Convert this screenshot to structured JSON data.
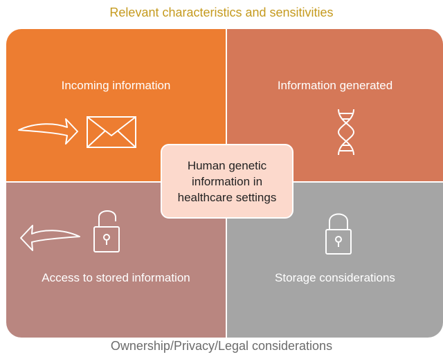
{
  "top_caption": "Relevant characteristics and sensitivities",
  "bottom_caption": "Ownership/Privacy/Legal considerations",
  "center_text": "Human genetic information in healthcare settings",
  "quadrants": {
    "top_left": {
      "label": "Incoming information",
      "color": "#ed7d31",
      "icons": [
        "arrow-right-icon",
        "envelope-icon"
      ]
    },
    "top_right": {
      "label": "Information generated",
      "color": "#d57858",
      "icons": [
        "dna-icon"
      ]
    },
    "bottom_left": {
      "label": "Access to stored information",
      "color": "#b98680",
      "icons": [
        "arrow-left-icon",
        "unlocked-padlock-icon"
      ]
    },
    "bottom_right": {
      "label": "Storage considerations",
      "color": "#a5a5a5",
      "icons": [
        "locked-padlock-icon"
      ]
    }
  }
}
